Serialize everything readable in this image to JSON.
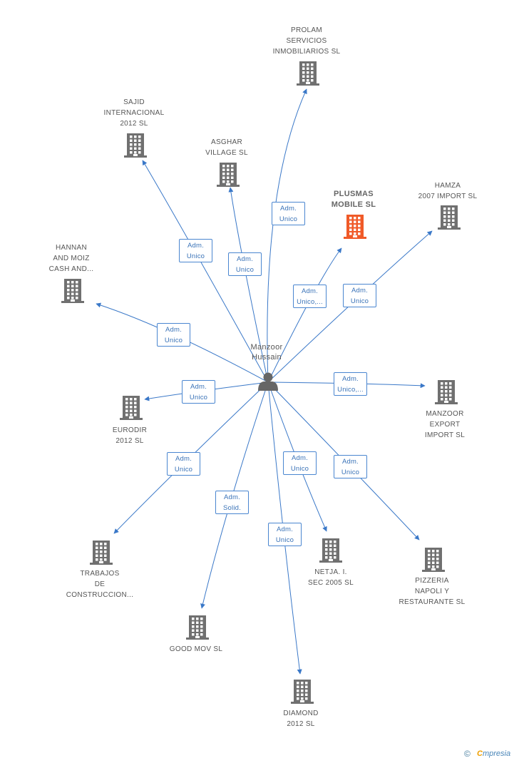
{
  "center": {
    "label": "Manzoor\nHussain",
    "icon": "person-icon",
    "color": "#666666"
  },
  "colors": {
    "building": "#707070",
    "highlight": "#f05a28",
    "edge": "#3a78c8"
  },
  "companies": [
    {
      "id": "prolam",
      "label": "PROLAM\nSERVICIOS\nINMOBILIARIOS SL",
      "highlight": false,
      "icon": "building-icon"
    },
    {
      "id": "sajid",
      "label": "SAJID\nINTERNACIONAL\n2012 SL",
      "highlight": false,
      "icon": "building-icon"
    },
    {
      "id": "asghar",
      "label": "ASGHAR\nVILLAGE SL",
      "highlight": false,
      "icon": "building-icon"
    },
    {
      "id": "plusmas",
      "label": "PLUSMAS\nMOBILE SL",
      "highlight": true,
      "icon": "building-icon"
    },
    {
      "id": "hamza",
      "label": "HAMZA\n2007 IMPORT SL",
      "highlight": false,
      "icon": "building-icon"
    },
    {
      "id": "hannan",
      "label": "HANNAN\nAND MOIZ\nCASH AND...",
      "highlight": false,
      "icon": "building-icon"
    },
    {
      "id": "eurodir",
      "label": "EURODIR\n2012 SL",
      "highlight": false,
      "icon": "building-icon"
    },
    {
      "id": "manzoor_export",
      "label": "MANZOOR\nEXPORT\nIMPORT SL",
      "highlight": false,
      "icon": "building-icon"
    },
    {
      "id": "trabajos",
      "label": "TRABAJOS\nDE\nCONSTRUCCION...",
      "highlight": false,
      "icon": "building-icon"
    },
    {
      "id": "netja",
      "label": "NETJA. I.\nSEC 2005 SL",
      "highlight": false,
      "icon": "building-icon"
    },
    {
      "id": "pizzeria",
      "label": "PIZZERIA\nNAPOLI Y\nRESTAURANTE SL",
      "highlight": false,
      "icon": "building-icon"
    },
    {
      "id": "goodmov",
      "label": "GOOD MOV SL",
      "highlight": false,
      "icon": "building-icon"
    },
    {
      "id": "diamond",
      "label": "DIAMOND\n2012 SL",
      "highlight": false,
      "icon": "building-icon"
    }
  ],
  "edges": [
    {
      "to": "prolam",
      "label": "Adm.\nUnico"
    },
    {
      "to": "sajid",
      "label": "Adm.\nUnico"
    },
    {
      "to": "asghar",
      "label": "Adm.\nUnico"
    },
    {
      "to": "plusmas",
      "label": "Adm.\nUnico,..."
    },
    {
      "to": "hamza",
      "label": "Adm.\nUnico"
    },
    {
      "to": "hannan",
      "label": "Adm.\nUnico"
    },
    {
      "to": "eurodir",
      "label": "Adm.\nUnico"
    },
    {
      "to": "manzoor_export",
      "label": "Adm.\nUnico,..."
    },
    {
      "to": "trabajos",
      "label": "Adm.\nUnico"
    },
    {
      "to": "netja",
      "label": "Adm.\nUnico"
    },
    {
      "to": "pizzeria",
      "label": "Adm.\nUnico"
    },
    {
      "to": "goodmov",
      "label": "Adm.\nSolid."
    },
    {
      "to": "diamond",
      "label": "Adm.\nUnico"
    }
  ],
  "footer": {
    "copyright": "©",
    "brand_initial": "C",
    "brand_rest": "mpresia"
  }
}
